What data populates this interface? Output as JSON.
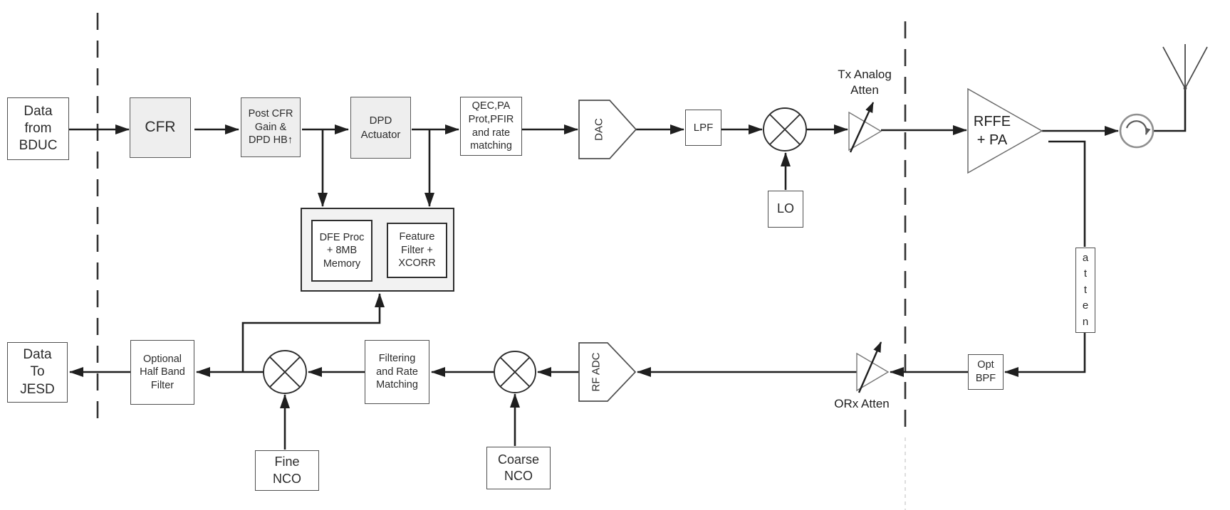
{
  "nodes": {
    "bduc": "Data\nfrom\nBDUC",
    "cfr": "CFR",
    "post_cfr": "Post CFR\nGain &\nDPD HB↑",
    "dpd": "DPD\nActuator",
    "qec": "QEC,PA\nProt,PFIR\nand rate\nmatching",
    "dac": "DAC",
    "lpf": "LPF",
    "lo": "LO",
    "tx_atten_label": "Tx Analog\nAtten",
    "rffe": "RFFE\n+ PA",
    "atten": "a\nt\nt\ne\nn",
    "opt_bpf": "Opt\nBPF",
    "orx_atten_label": "ORx Atten",
    "rf_adc": "RF ADC",
    "coarse_nco": "Coarse\nNCO",
    "filtering": "Filtering\nand Rate\nMatching",
    "fine_nco": "Fine\nNCO",
    "opt_hbf": "Optional\nHalf Band\nFilter",
    "jesd": "Data\nTo\nJESD",
    "dfe_proc": "DFE Proc\n+ 8MB\nMemory",
    "feature_filter": "Feature\nFilter +\nXCORR"
  },
  "colors": {
    "line": "#1f1f1f",
    "box_border": "#4f4f4f",
    "gray_fill": "#eeeeee",
    "container_fill": "#f2f2f2",
    "circulator": "#8f8f8f",
    "dashed": "#333333"
  }
}
